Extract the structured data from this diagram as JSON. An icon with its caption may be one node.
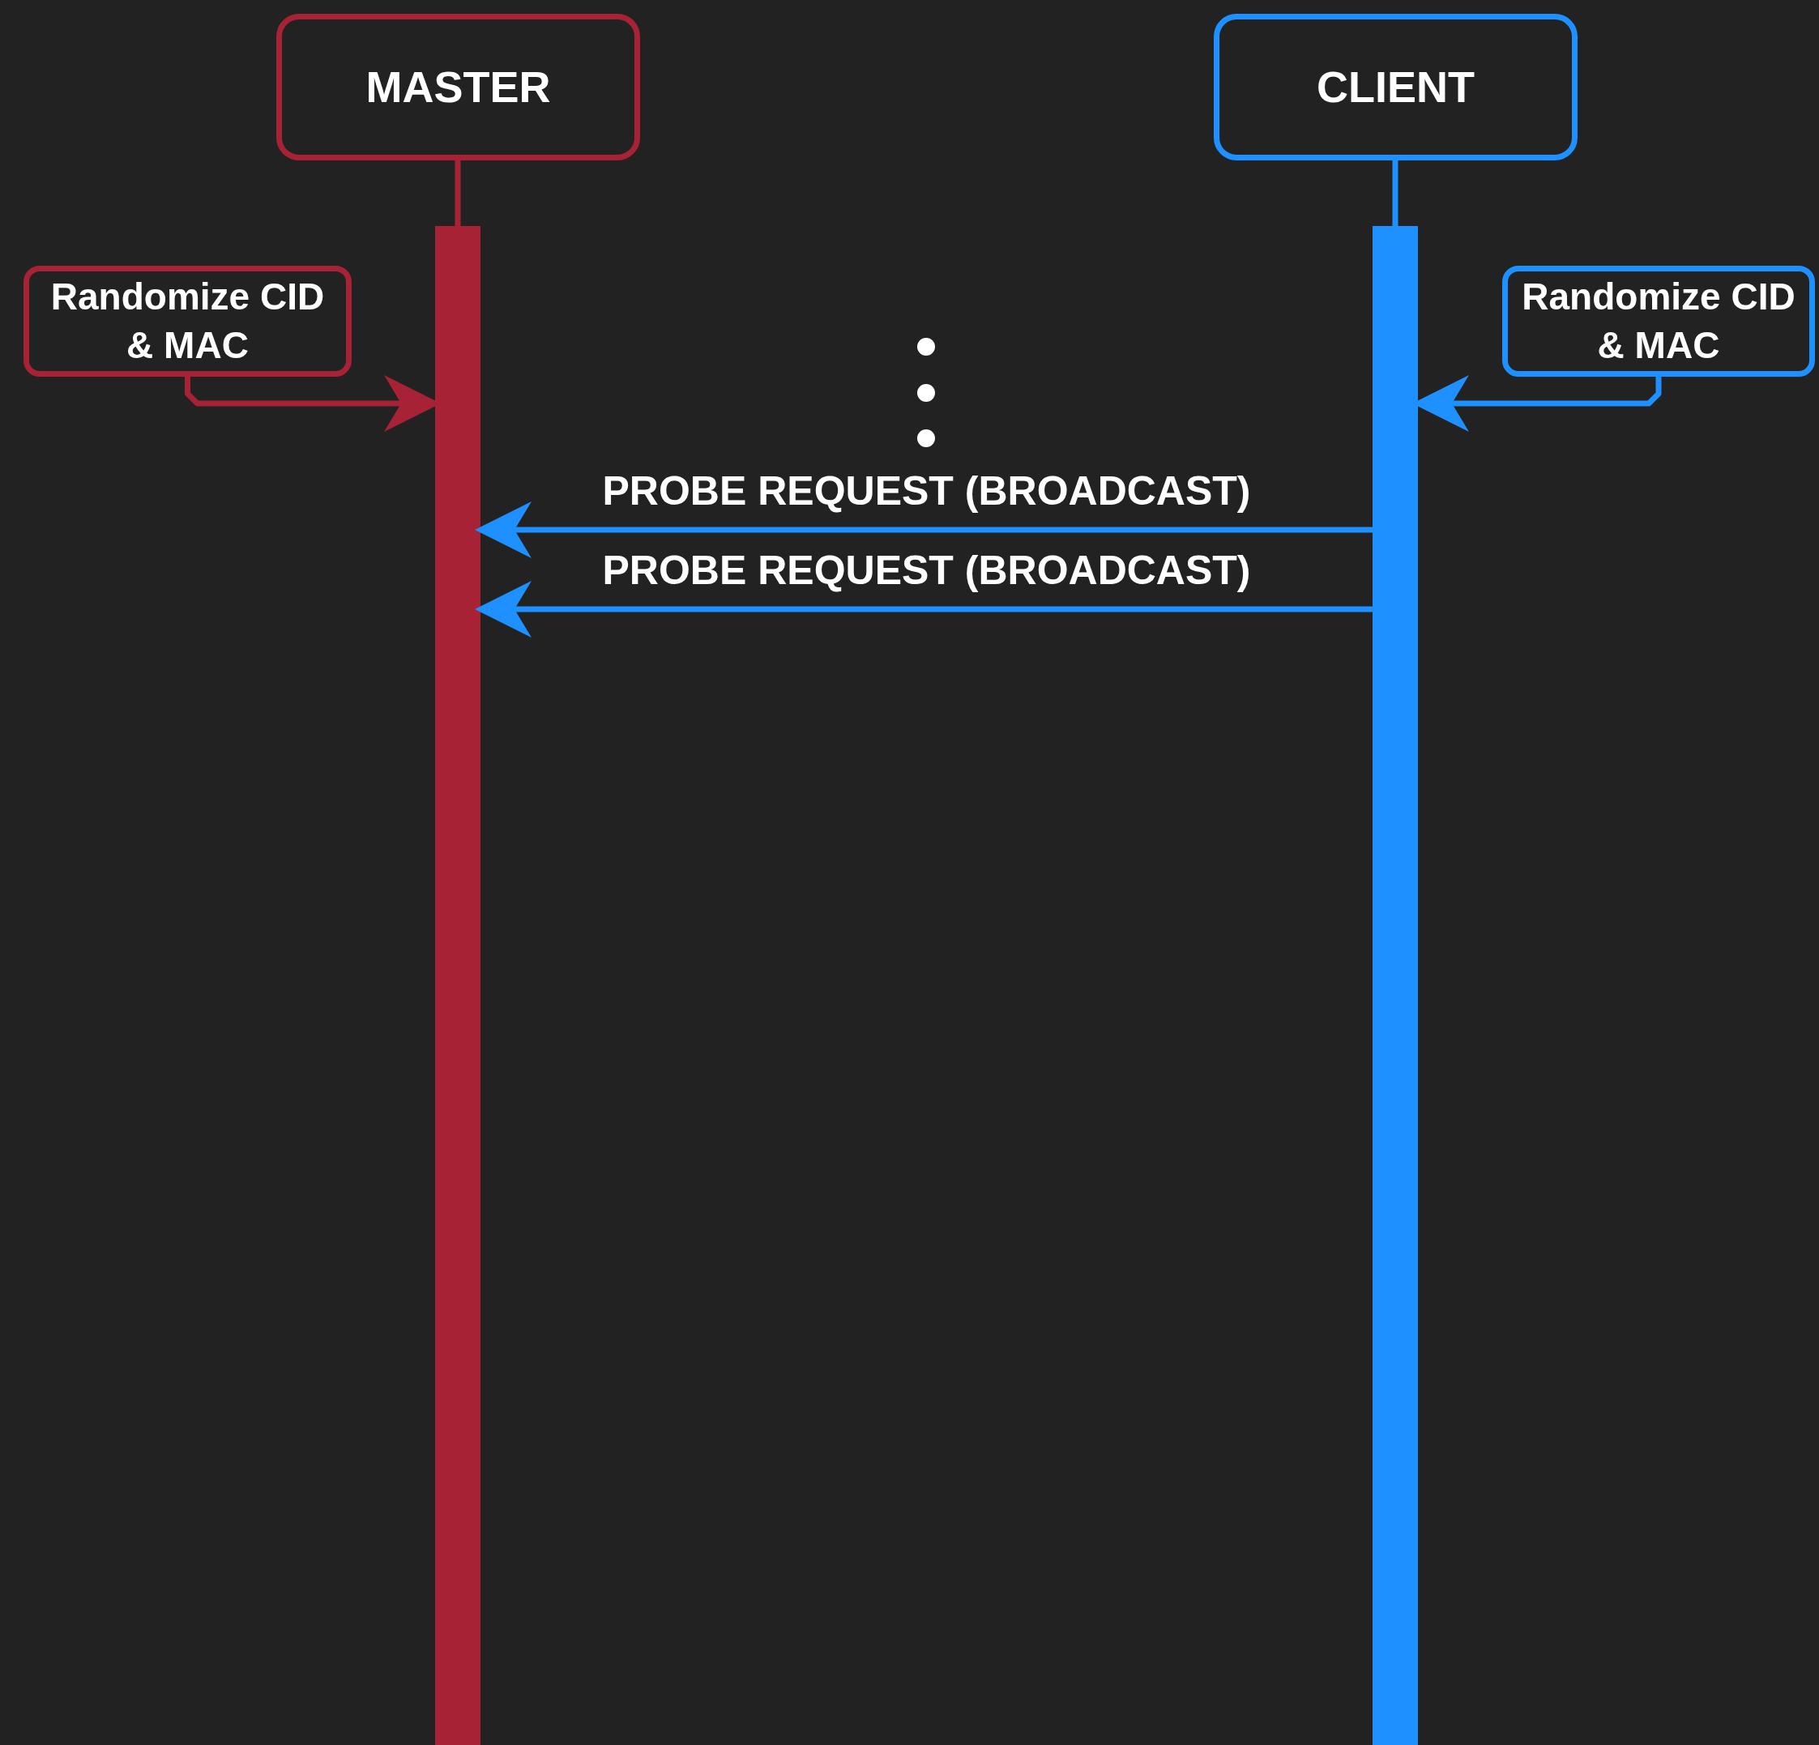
{
  "diagram": {
    "nodes": [
      {
        "text": [
          "MASTER"
        ]
      },
      {
        "text": [
          "CLIENT"
        ]
      },
      {
        "text": [],
        "shape": "bar"
      },
      {
        "text": [],
        "shape": "bar"
      },
      {
        "text": [
          "Randomize CID & MAC"
        ]
      },
      {
        "text": [
          "Randomize CID & MAC"
        ]
      }
    ],
    "edges": [
      {
        "from": 0,
        "to": 2,
        "arrow": "none",
        "color": "#a82235"
      },
      {
        "from": 1,
        "to": 3,
        "arrow": "none"
      },
      {
        "from": 4,
        "to": 2,
        "arrow": "to",
        "color": "#a82235"
      },
      {
        "from": 5,
        "to": 3,
        "arrow": "to"
      },
      {
        "from": 3,
        "to": 2,
        "arrow": "to",
        "label": "PROBE REQUEST (BROADCAST)"
      },
      {
        "from": 3,
        "to": 2,
        "arrow": "to",
        "label": "PROBE REQUEST (BROADCAST)"
      }
    ]
  }
}
